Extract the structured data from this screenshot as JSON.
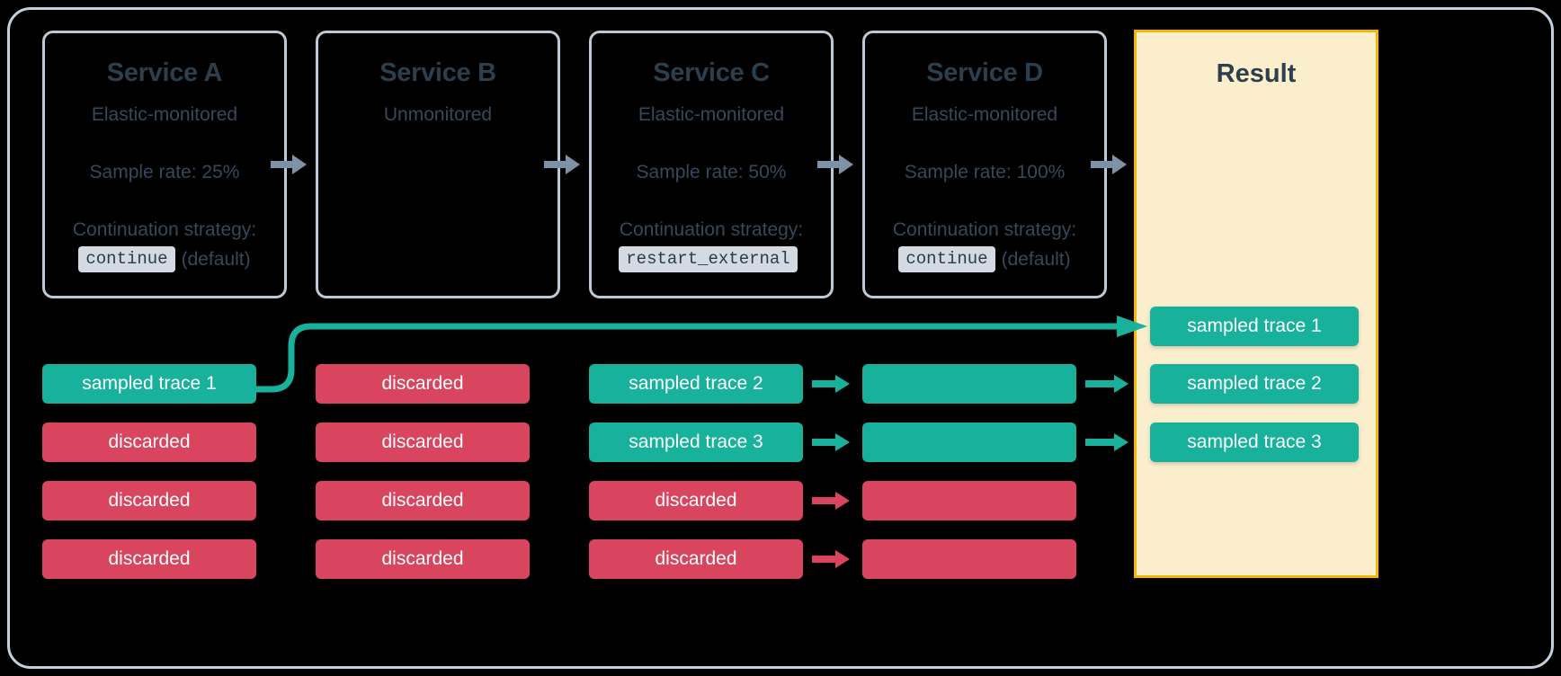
{
  "colors": {
    "background": "#000000",
    "frame_border": "#c5cfda",
    "card_border": "#bcc9d6",
    "card_text": "#36495a",
    "sampled": "#18b19c",
    "discarded": "#d9455f",
    "result_bg": "#faeecc",
    "result_border": "#f5b700",
    "chip_bg": "#d3dae3",
    "service_arrow": "#7d92a6"
  },
  "services": [
    {
      "name": "Service A",
      "monitored": "Elastic-monitored",
      "sample_rate": "Sample rate: 25%",
      "continuation_label": "Continuation strategy:",
      "strategy": "continue",
      "strategy_note": "(default)"
    },
    {
      "name": "Service B",
      "monitored": "Unmonitored",
      "sample_rate": "",
      "continuation_label": "",
      "strategy": "",
      "strategy_note": ""
    },
    {
      "name": "Service C",
      "monitored": "Elastic-monitored",
      "sample_rate": "Sample rate: 50%",
      "continuation_label": "Continuation strategy:",
      "strategy": "restart_external",
      "strategy_note": ""
    },
    {
      "name": "Service D",
      "monitored": "Elastic-monitored",
      "sample_rate": "Sample rate: 100%",
      "continuation_label": "Continuation strategy:",
      "strategy": "continue",
      "strategy_note": "(default)"
    }
  ],
  "result": {
    "title": "Result",
    "traces": [
      {
        "label": "sampled trace 1",
        "state": "sampled"
      },
      {
        "label": "sampled trace 2",
        "state": "sampled"
      },
      {
        "label": "sampled trace 3",
        "state": "sampled"
      }
    ]
  },
  "columns": [
    {
      "service": "Service A",
      "traces": [
        {
          "label": "sampled trace 1",
          "state": "sampled"
        },
        {
          "label": "discarded",
          "state": "discarded"
        },
        {
          "label": "discarded",
          "state": "discarded"
        },
        {
          "label": "discarded",
          "state": "discarded"
        }
      ]
    },
    {
      "service": "Service B",
      "traces": [
        {
          "label": "discarded",
          "state": "discarded"
        },
        {
          "label": "discarded",
          "state": "discarded"
        },
        {
          "label": "discarded",
          "state": "discarded"
        },
        {
          "label": "discarded",
          "state": "discarded"
        }
      ]
    },
    {
      "service": "Service C",
      "traces": [
        {
          "label": "sampled trace 2",
          "state": "sampled"
        },
        {
          "label": "sampled trace 3",
          "state": "sampled"
        },
        {
          "label": "discarded",
          "state": "discarded"
        },
        {
          "label": "discarded",
          "state": "discarded"
        }
      ]
    },
    {
      "service": "Service D",
      "traces": [
        {
          "label": "",
          "state": "sampled"
        },
        {
          "label": "",
          "state": "sampled"
        },
        {
          "label": "",
          "state": "discarded"
        },
        {
          "label": "",
          "state": "discarded"
        }
      ]
    }
  ]
}
